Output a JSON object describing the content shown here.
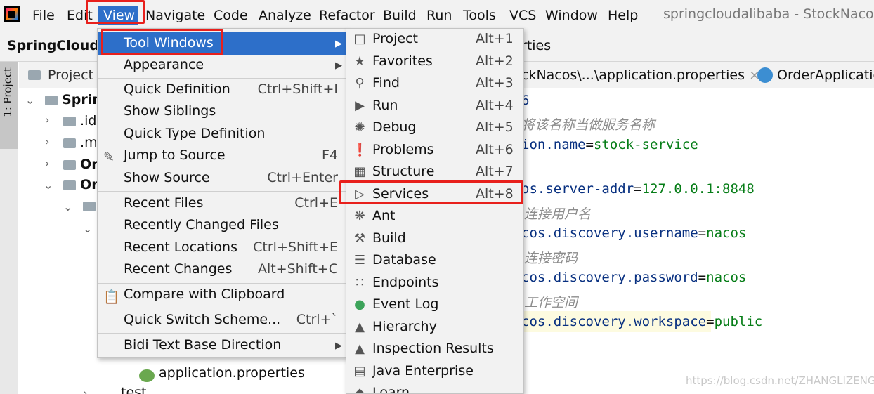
{
  "menubar": {
    "items": [
      "File",
      "Edit",
      "View",
      "Navigate",
      "Code",
      "Analyze",
      "Refactor",
      "Build",
      "Run",
      "Tools",
      "VCS",
      "Window",
      "Help"
    ],
    "window_title": "springcloudalibaba - StockNacos\\..."
  },
  "navbar": {
    "project_title": "SpringCloudA",
    "right_text": "rties"
  },
  "side": {
    "tab_label": "1: Project"
  },
  "project_panel": {
    "header": "Project",
    "tree": [
      {
        "label": "Sprin"
      },
      {
        "label": ".id"
      },
      {
        "label": ".m"
      },
      {
        "label": "Or"
      },
      {
        "label": "Or"
      },
      {
        "label": "application.properties"
      },
      {
        "label": "test"
      }
    ]
  },
  "editor": {
    "tabs": [
      {
        "label": "ckNacos\\...\\application.properties"
      },
      {
        "label": "OrderApplicatio"
      }
    ],
    "lines": [
      {
        "key": "6",
        "comment": "",
        "value": ""
      },
      {
        "key": "",
        "comment": "将该名称当做服务名称",
        "value": ""
      },
      {
        "key": "ion.name",
        "comment": "",
        "value": "stock-service"
      },
      {
        "key": "os.server-addr",
        "comment": "",
        "value": "127.0.0.1:8848"
      },
      {
        "key": "",
        "comment": "连接用户名",
        "value": ""
      },
      {
        "key": "cos.discovery.username",
        "comment": "",
        "value": "nacos"
      },
      {
        "key": "",
        "comment": "连接密码",
        "value": ""
      },
      {
        "key": "cos.discovery.password",
        "comment": "",
        "value": "nacos"
      },
      {
        "key": "",
        "comment": "工作空间",
        "value": ""
      },
      {
        "key": "cos.discovery.workspace",
        "comment": "",
        "value": "public"
      }
    ],
    "watermark": "https://blog.csdn.net/ZHANGLIZENG"
  },
  "view_menu": {
    "items": [
      {
        "label": "Tool Windows",
        "shortcut": ""
      },
      {
        "label": "Appearance",
        "shortcut": ""
      },
      {
        "label": "Quick Definition",
        "shortcut": "Ctrl+Shift+I"
      },
      {
        "label": "Show Siblings",
        "shortcut": ""
      },
      {
        "label": "Quick Type Definition",
        "shortcut": ""
      },
      {
        "label": "Jump to Source",
        "shortcut": "F4"
      },
      {
        "label": "Show Source",
        "shortcut": "Ctrl+Enter"
      },
      {
        "label": "Recent Files",
        "shortcut": "Ctrl+E"
      },
      {
        "label": "Recently Changed Files",
        "shortcut": ""
      },
      {
        "label": "Recent Locations",
        "shortcut": "Ctrl+Shift+E"
      },
      {
        "label": "Recent Changes",
        "shortcut": "Alt+Shift+C"
      },
      {
        "label": "Compare with Clipboard",
        "shortcut": ""
      },
      {
        "label": "Quick Switch Scheme...",
        "shortcut": "Ctrl+`"
      },
      {
        "label": "Bidi Text Base Direction",
        "shortcut": ""
      }
    ]
  },
  "tool_windows_menu": {
    "items": [
      {
        "label": "Project",
        "shortcut": "Alt+1",
        "icon": "folder-icon"
      },
      {
        "label": "Favorites",
        "shortcut": "Alt+2",
        "icon": "star-icon"
      },
      {
        "label": "Find",
        "shortcut": "Alt+3",
        "icon": "search-icon"
      },
      {
        "label": "Run",
        "shortcut": "Alt+4",
        "icon": "play-icon"
      },
      {
        "label": "Debug",
        "shortcut": "Alt+5",
        "icon": "bug-icon"
      },
      {
        "label": "Problems",
        "shortcut": "Alt+6",
        "icon": "problems-icon"
      },
      {
        "label": "Structure",
        "shortcut": "Alt+7",
        "icon": "structure-icon"
      },
      {
        "label": "Services",
        "shortcut": "Alt+8",
        "icon": "services-icon"
      },
      {
        "label": "Ant",
        "shortcut": "",
        "icon": "ant-icon"
      },
      {
        "label": "Build",
        "shortcut": "",
        "icon": "hammer-icon"
      },
      {
        "label": "Database",
        "shortcut": "",
        "icon": "database-icon"
      },
      {
        "label": "Endpoints",
        "shortcut": "",
        "icon": "endpoints-icon"
      },
      {
        "label": "Event Log",
        "shortcut": "",
        "icon": "event-log-icon"
      },
      {
        "label": "Hierarchy",
        "shortcut": "",
        "icon": "hierarchy-icon"
      },
      {
        "label": "Inspection Results",
        "shortcut": "",
        "icon": "inspection-icon"
      },
      {
        "label": "Java Enterprise",
        "shortcut": "",
        "icon": "java-enterprise-icon"
      },
      {
        "label": "Learn",
        "shortcut": "",
        "icon": "learn-icon"
      }
    ]
  },
  "colors": {
    "menu_highlight": "#2d6fc9",
    "annotation_red": "#e8201c"
  }
}
